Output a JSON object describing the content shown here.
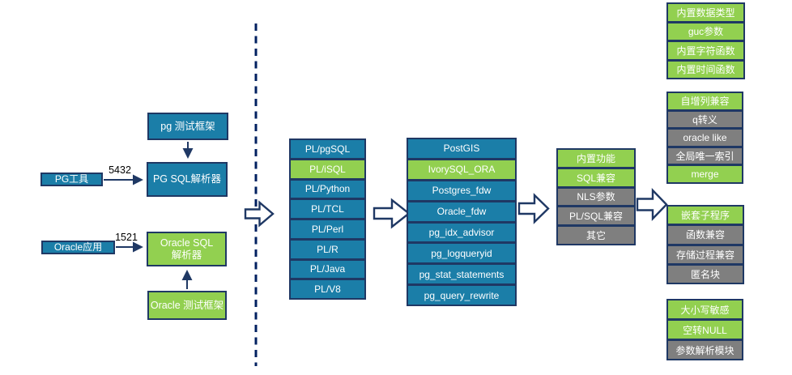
{
  "colors": {
    "teal": "#1b7ea8",
    "green": "#92d050",
    "gray": "#7f7f7f",
    "navy": "#1f3864",
    "line": "#002060",
    "box_text": "#ffffff",
    "port_text": "#000000"
  },
  "left_flow": {
    "pg_test_framework": "pg 测试框架",
    "pg_sql_parser": "PG SQL解析器",
    "pg_tool": "PG工具",
    "pg_port": "5432",
    "oracle_app": "Oracle应用",
    "oracle_port": "1521",
    "oracle_sql_parser_line1": "Oracle SQL",
    "oracle_sql_parser_line2": "解析器",
    "oracle_test_framework": "Oracle 测试框架"
  },
  "stacks": {
    "pl_languages": {
      "items": [
        {
          "label": "PL/pgSQL",
          "variant": "teal"
        },
        {
          "label": "PL/iSQL",
          "variant": "green"
        },
        {
          "label": "PL/Python",
          "variant": "teal"
        },
        {
          "label": "PL/TCL",
          "variant": "teal"
        },
        {
          "label": "PL/Perl",
          "variant": "teal"
        },
        {
          "label": "PL/R",
          "variant": "teal"
        },
        {
          "label": "PL/Java",
          "variant": "teal"
        },
        {
          "label": "PL/V8",
          "variant": "teal"
        }
      ]
    },
    "extensions": {
      "items": [
        {
          "label": "PostGIS",
          "variant": "teal"
        },
        {
          "label": "IvorySQL_ORA",
          "variant": "green"
        },
        {
          "label": "Postgres_fdw",
          "variant": "teal"
        },
        {
          "label": "Oracle_fdw",
          "variant": "teal"
        },
        {
          "label": "pg_idx_advisor",
          "variant": "teal"
        },
        {
          "label": "pg_logqueryid",
          "variant": "teal"
        },
        {
          "label": "pg_stat_statements",
          "variant": "teal"
        },
        {
          "label": "pg_query_rewrite",
          "variant": "teal"
        }
      ]
    },
    "feature_categories": {
      "items": [
        {
          "label": "内置功能",
          "variant": "green"
        },
        {
          "label": "SQL兼容",
          "variant": "green"
        },
        {
          "label": "NLS参数",
          "variant": "gray"
        },
        {
          "label": "PL/SQL兼容",
          "variant": "gray"
        },
        {
          "label": "其它",
          "variant": "gray"
        }
      ]
    },
    "builtin_features": {
      "items": [
        {
          "label": "内置数据类型",
          "variant": "green"
        },
        {
          "label": "guc参数",
          "variant": "green"
        },
        {
          "label": "内置字符函数",
          "variant": "green"
        },
        {
          "label": "内置时间函数",
          "variant": "green"
        }
      ]
    },
    "sql_compat_features": {
      "items": [
        {
          "label": "自增列兼容",
          "variant": "green"
        },
        {
          "label": "q转义",
          "variant": "gray"
        },
        {
          "label": "oracle like",
          "variant": "gray"
        },
        {
          "label": "全局唯一索引",
          "variant": "gray"
        },
        {
          "label": "merge",
          "variant": "green"
        }
      ]
    },
    "plsql_compat_features": {
      "items": [
        {
          "label": "嵌套子程序",
          "variant": "green"
        },
        {
          "label": "函数兼容",
          "variant": "gray"
        },
        {
          "label": "存储过程兼容",
          "variant": "gray"
        },
        {
          "label": "匿名块",
          "variant": "gray"
        }
      ]
    },
    "misc_features": {
      "items": [
        {
          "label": "大小写敏感",
          "variant": "green"
        },
        {
          "label": "空转NULL",
          "variant": "green"
        },
        {
          "label": "参数解析模块",
          "variant": "gray"
        }
      ]
    }
  }
}
